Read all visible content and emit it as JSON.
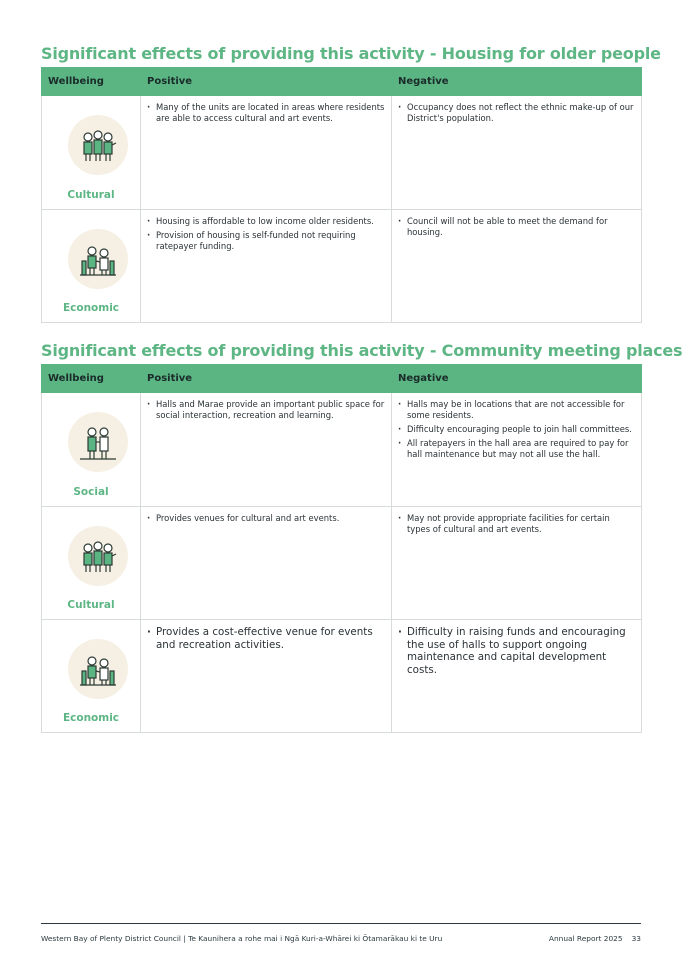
{
  "sections": [
    {
      "title": "Significant effects of providing this activity - Housing for older people",
      "headers": {
        "wellbeing": "Wellbeing",
        "positive": "Positive",
        "negative": "Negative"
      },
      "rows": [
        {
          "wellbeing": "Cultural",
          "icon": "cultural-group-icon",
          "positive": [
            "Many of the units are located in areas where residents are able to access cultural and art events."
          ],
          "negative": [
            "Occupancy does not reflect the ethnic make-up of our District's population."
          ]
        },
        {
          "wellbeing": "Economic",
          "icon": "economic-handshake-icon",
          "positive": [
            "Housing is affordable to low income older residents.",
            "Provision of housing is self-funded not requiring ratepayer funding."
          ],
          "negative": [
            "Council will not be able to meet the demand for housing."
          ]
        }
      ]
    },
    {
      "title": "Significant effects of providing this activity - Community meeting places",
      "headers": {
        "wellbeing": "Wellbeing",
        "positive": "Positive",
        "negative": "Negative"
      },
      "rows": [
        {
          "wellbeing": "Social",
          "icon": "social-people-icon",
          "positive": [
            "Halls and Marae provide an important public space for social interaction, recreation and learning."
          ],
          "negative": [
            "Halls may be in locations that are not accessible for some residents.",
            "Difficulty encouraging people to join hall committees.",
            "All ratepayers in the hall area are required to pay for hall maintenance but may not all use the hall."
          ]
        },
        {
          "wellbeing": "Cultural",
          "icon": "cultural-group-icon",
          "positive": [
            "Provides venues for cultural and art events."
          ],
          "negative": [
            "May not provide appropriate facilities for certain types of cultural and art events."
          ]
        },
        {
          "wellbeing": "Economic",
          "icon": "economic-handshake-icon",
          "positive": [
            "Provides a cost-effective venue for events and recreation activities."
          ],
          "negative": [
            "Difficulty in raising funds and encouraging the use of halls to support ongoing maintenance and capital development costs."
          ]
        }
      ]
    }
  ],
  "footer": {
    "left": "Western Bay of Plenty District Council | Te Kaunihera a rohe mai i Ngā Kuri-a-Whārei ki Ōtamarākau ki te Uru",
    "report": "Annual Report 2025",
    "page": "33"
  },
  "colors": {
    "accent": "#5bb583",
    "icon_bg": "#f6efe3",
    "text": "#1f2a30"
  }
}
